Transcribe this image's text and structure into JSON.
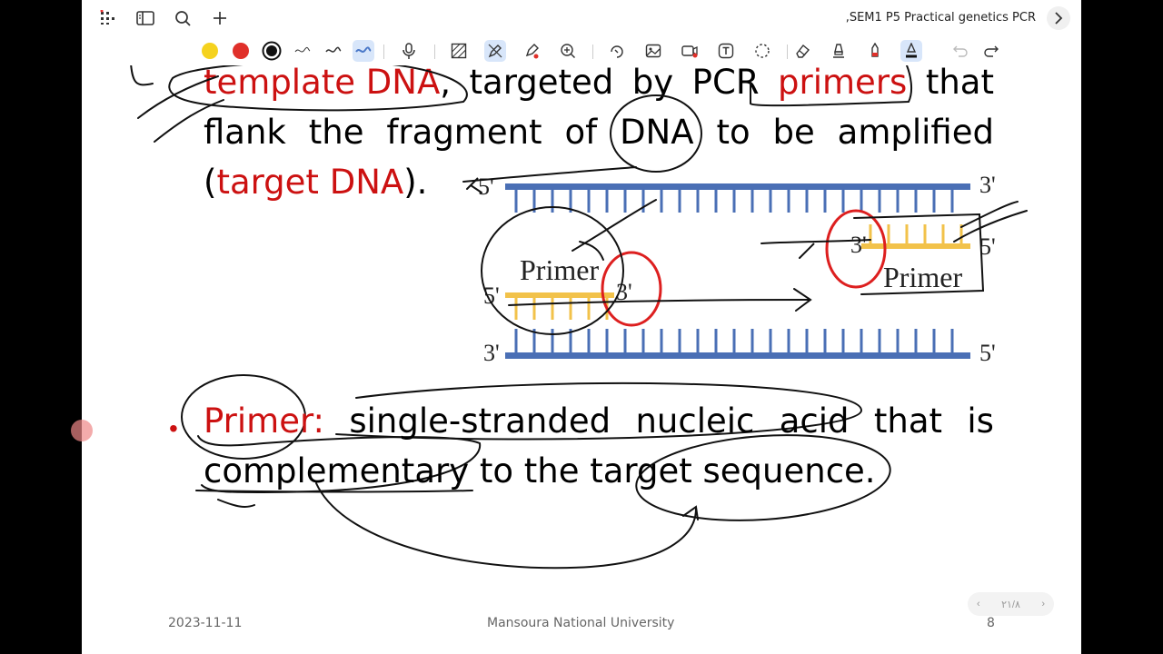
{
  "header": {
    "doc_title": ",SEM1 P5 Practical genetics PCR"
  },
  "toolbar": {
    "colors": {
      "yellow": "#f5d21e",
      "red": "#e0302a",
      "black": "#111111",
      "highlight": "#d8e6fa"
    }
  },
  "slide": {
    "para1": {
      "line1": [
        "template DNA",
        ",",
        "targeted",
        "by",
        "PCR",
        "primers",
        "that"
      ],
      "line2": [
        "flank",
        "the",
        "fragment",
        "of",
        "DNA",
        "to",
        "be",
        "amplified"
      ],
      "line3": [
        "(",
        "target DNA",
        ")."
      ]
    },
    "diagram": {
      "top_left": "5'",
      "top_right": "3'",
      "bottom_left": "3'",
      "bottom_right": "5'",
      "primer_left_label": "Primer",
      "primer_left_5": "5'",
      "primer_left_3": "3'",
      "primer_right_label": "Primer",
      "primer_right_3": "3'",
      "primer_right_5": "5'"
    },
    "para2": {
      "line1": [
        "Primer:",
        "single-stranded",
        "nucleic",
        "acid",
        "that",
        "is"
      ],
      "line2": "complementary to the target sequence."
    },
    "footer": {
      "date": "2023-11-11",
      "university": "Mansoura National University",
      "page": "8"
    },
    "pager": {
      "indicator": "٢١/٨"
    }
  }
}
